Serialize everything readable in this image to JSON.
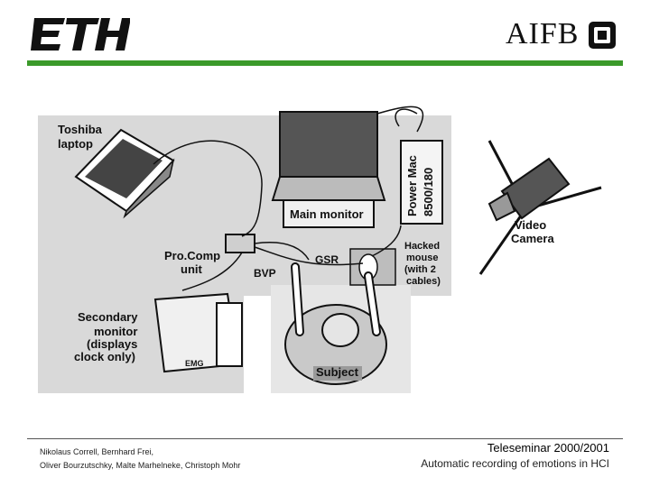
{
  "header": {
    "left_logo": "ETH",
    "right_logo": "AIFB"
  },
  "figure": {
    "labels": {
      "toshiba": [
        "Toshiba",
        "laptop"
      ],
      "power_mac": [
        "Power Mac",
        "8500/180"
      ],
      "main_monitor": "Main monitor",
      "procomp": [
        "Pro.Comp",
        "unit"
      ],
      "gsr": "GSR",
      "bvp": "BVP",
      "hacked_mouse": [
        "Hacked",
        "mouse",
        "(with 2",
        "cables)"
      ],
      "secondary_monitor": [
        "Secondary",
        "monitor",
        "(displays",
        "clock only)"
      ],
      "emg": "EMG",
      "subject": "Subject",
      "video_camera": [
        "Video",
        "Camera"
      ]
    }
  },
  "footer": {
    "authors_line1": "Nikolaus Correll, Bernhard Frei,",
    "authors_line2": "Oliver Bourzutschky, Malte Marhelneke, Christoph Mohr",
    "seminar": "Teleseminar 2000/2001",
    "subtitle": "Automatic recording of emotions in HCI"
  },
  "colors": {
    "accent_green": "#3b9a2a",
    "diagram_gray": "#d9d9d9"
  }
}
